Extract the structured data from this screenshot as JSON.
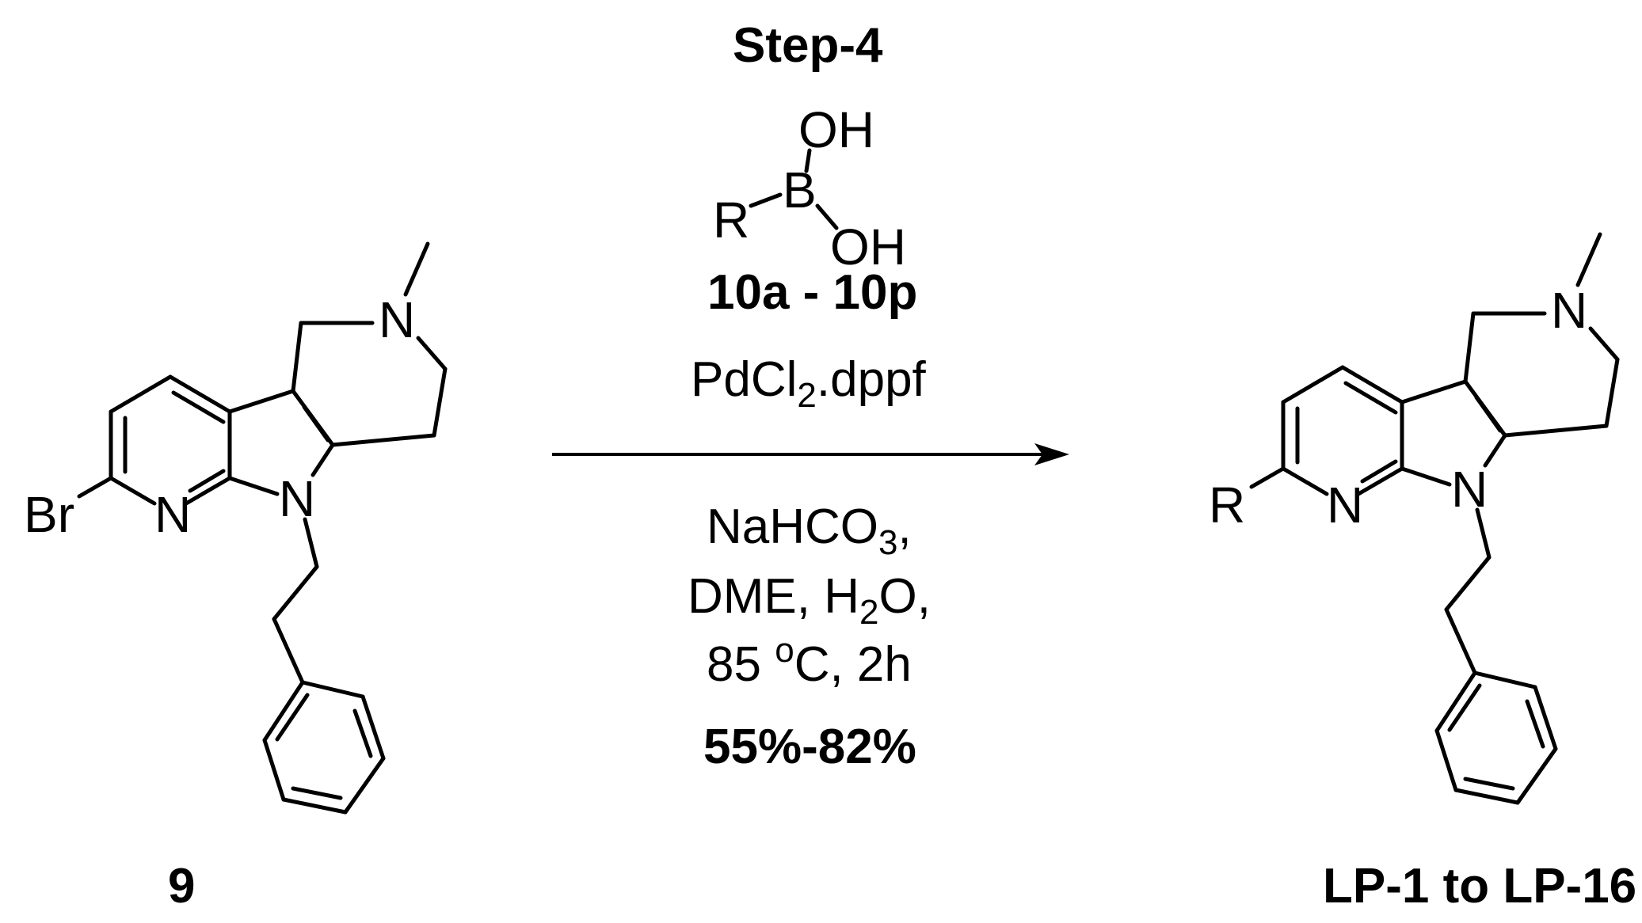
{
  "step": {
    "label": "Step-4"
  },
  "boronic_acid": {
    "r": "R",
    "b": "B",
    "oh_top": "OH",
    "oh_bottom": "OH",
    "label": "10a - 10p"
  },
  "catalyst": {
    "main": "PdCl",
    "sub": "2",
    "tail": ".dppf"
  },
  "conditions": {
    "base_main": "NaHCO",
    "base_sub": "3",
    "base_tail": ",",
    "solvent_a": "DME, H",
    "solvent_sub": "2",
    "solvent_b": "O,",
    "temp_a": "85 ",
    "temp_sup": "o",
    "temp_b": "C, 2h",
    "yield": "55%-82%"
  },
  "reactant": {
    "label": "9",
    "atom_br": "Br",
    "atom_n_pyridine": "N",
    "atom_n_indole": "N",
    "atom_n_amine": "N"
  },
  "product": {
    "label": "LP-1 to LP-16",
    "atom_r": "R",
    "atom_n_pyridine": "N",
    "atom_n_indole": "N",
    "atom_n_amine": "N"
  }
}
